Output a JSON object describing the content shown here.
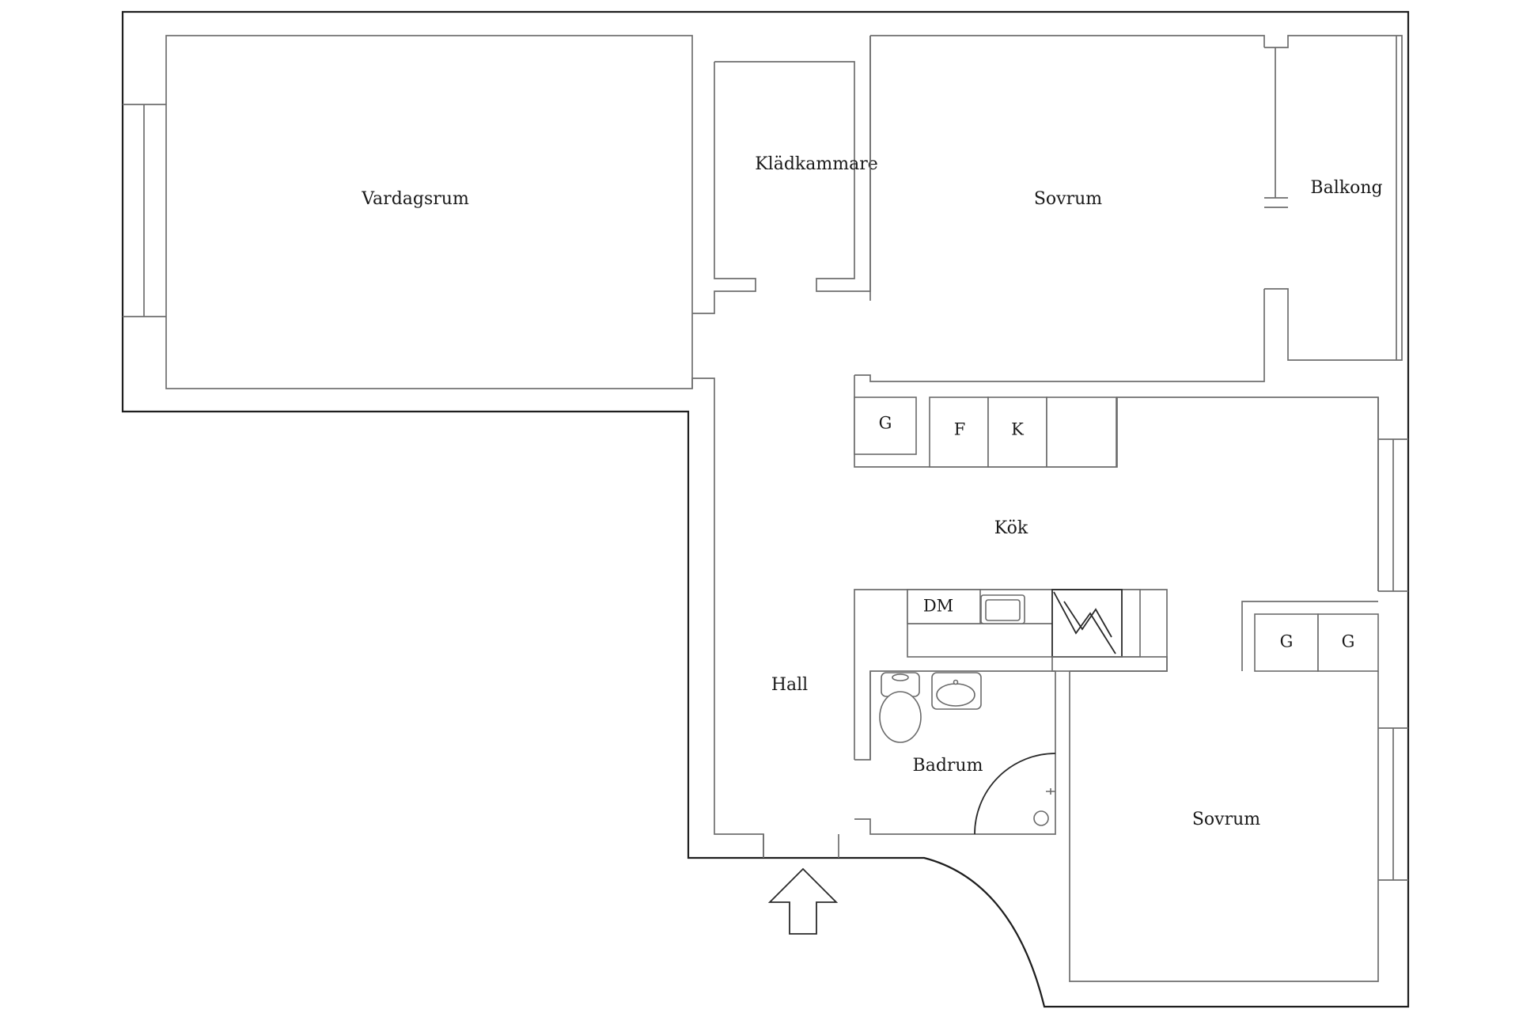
{
  "rooms": {
    "vardagsrum": "Vardagsrum",
    "kladkammare": "Klädkammare",
    "sovrum_top": "Sovrum",
    "balkong": "Balkong",
    "kok": "Kök",
    "hall": "Hall",
    "badrum": "Badrum",
    "sovrum_bottom": "Sovrum"
  },
  "fixtures": {
    "kitchen_top_left": "G",
    "fridge": "F",
    "freezer": "K",
    "dishwasher": "DM",
    "wardrobe_left": "G",
    "wardrobe_right": "G"
  }
}
